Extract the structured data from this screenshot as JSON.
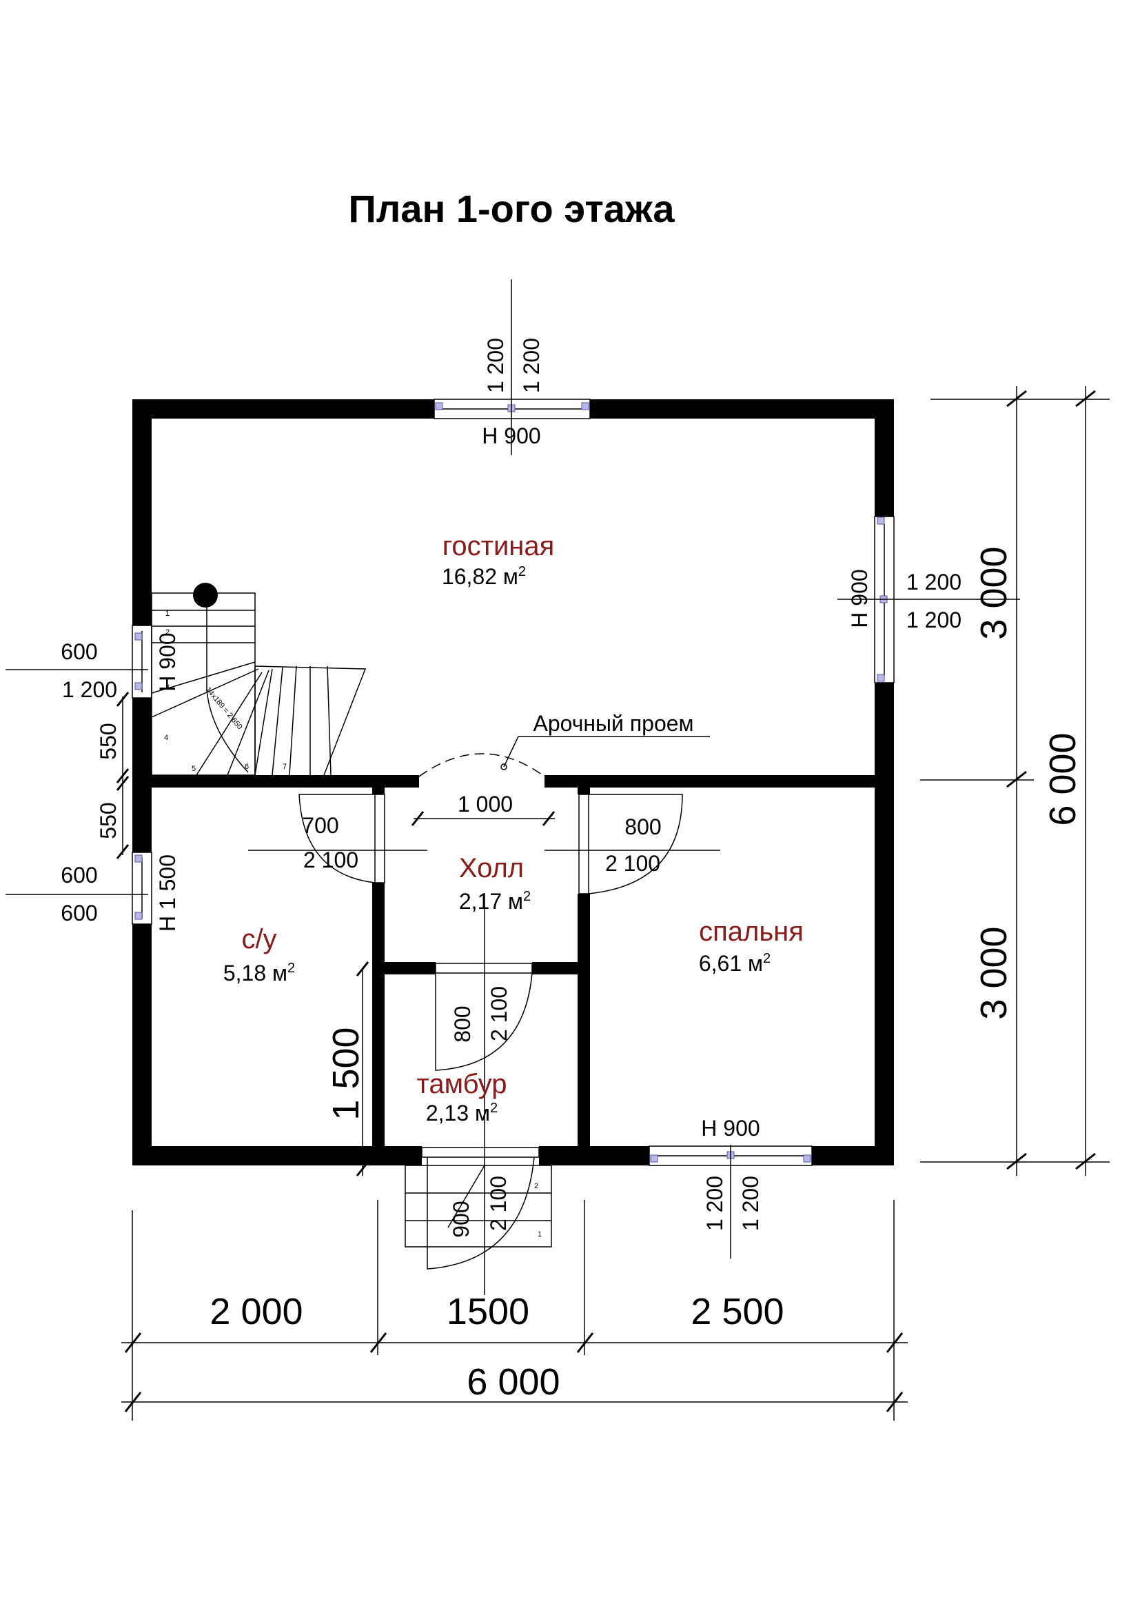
{
  "title": "План 1-ого этажа",
  "rooms": {
    "living": {
      "name": "гостиная",
      "area": "16,82 м",
      "sup": "2"
    },
    "hall": {
      "name": "Холл",
      "area": "2,17 м",
      "sup": "2"
    },
    "bathroom": {
      "name": "с/у",
      "area": "5,18 м",
      "sup": "2"
    },
    "bedroom": {
      "name": "спальня",
      "area": "6,61 м",
      "sup": "2"
    },
    "vestibule": {
      "name": "тамбур",
      "area": "2,13 м",
      "sup": "2"
    }
  },
  "arch_label": "Арочный проем",
  "arch_width": "1 000",
  "windows": {
    "top": {
      "w": "1 200",
      "h": "1 200",
      "sill": "Н  900"
    },
    "right": {
      "w": "1 200",
      "h": "1 200",
      "sill": "Н  900"
    },
    "bottom": {
      "w": "1 200",
      "h": "1 200",
      "sill": "Н  900"
    },
    "left_upper": {
      "a": "600",
      "b": "1 200",
      "sill": "Н  900"
    },
    "left_lower": {
      "a": "600",
      "b": "600",
      "sill": "Н  1 500"
    }
  },
  "doors": {
    "bath": {
      "w": "700",
      "h": "2 100"
    },
    "bedroom": {
      "w": "800",
      "h": "2 100"
    },
    "vestibule": {
      "w": "800",
      "h": "2 100"
    },
    "entrance": {
      "w": "900",
      "h": "2 100"
    }
  },
  "left_dims": {
    "upper": "550",
    "lower": "550"
  },
  "inner_dim": "1 500",
  "bottom_dims": {
    "a": "2 000",
    "b": "1500",
    "c": "2 500",
    "total": "6 000"
  },
  "right_dims": {
    "upper": "3 000",
    "lower": "3 000",
    "total": "6 000"
  },
  "stair_steps": [
    "1",
    "2",
    "3",
    "4",
    "5",
    "6",
    "7"
  ],
  "stair_note": "14х189 = 2 650",
  "porch_steps": [
    "1",
    "2"
  ]
}
